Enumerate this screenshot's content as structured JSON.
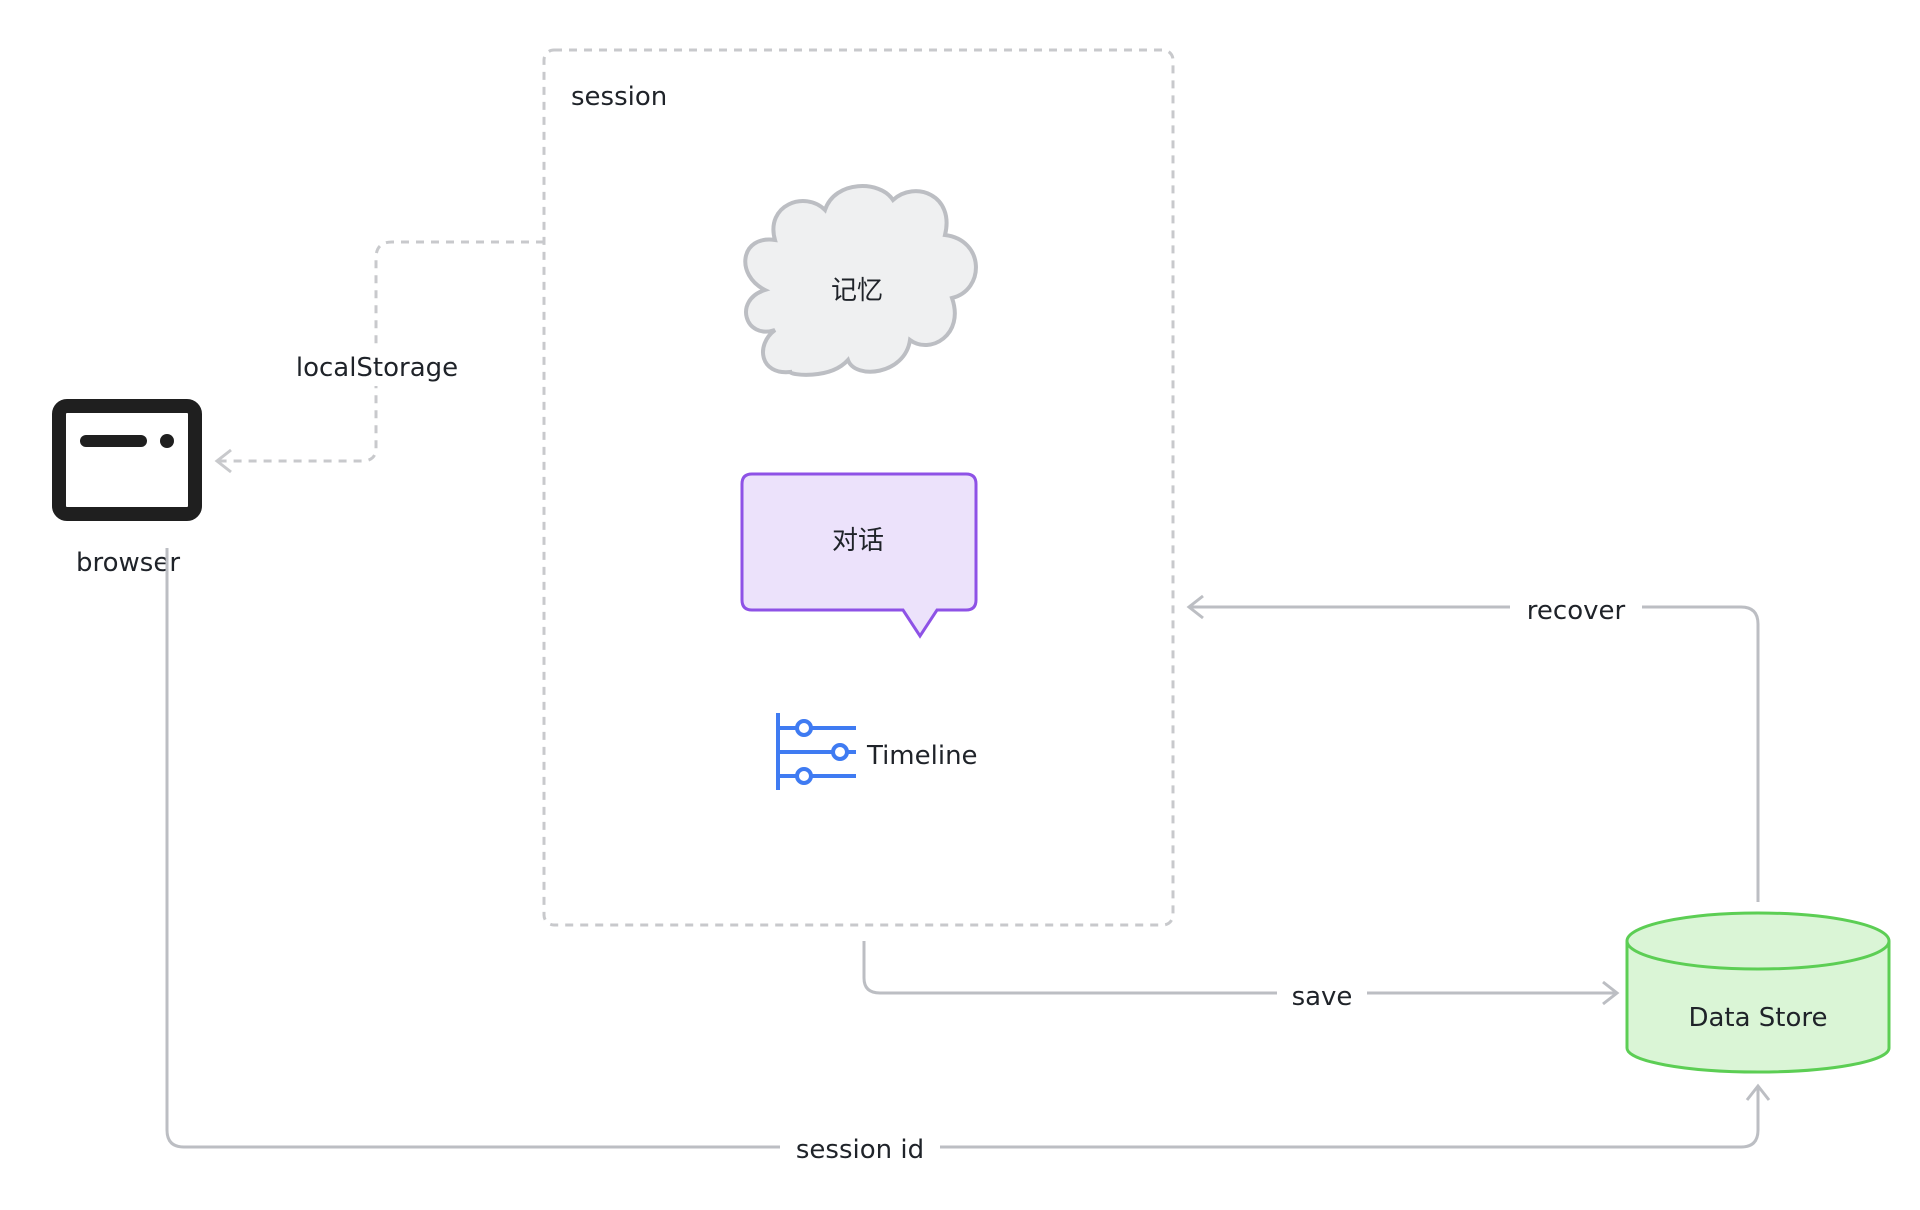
{
  "colors": {
    "connector": "#bcbec3",
    "dashed": "#c8c9cc",
    "browser_icon": "#1f1f1f",
    "cloud_fill": "#eff0f1",
    "cloud_stroke": "#bcbec3",
    "bubble_fill": "#ece2fb",
    "bubble_stroke": "#8e52e6",
    "timeline_icon": "#3f7bf2",
    "datastore_fill": "#daf5d6",
    "datastore_stroke": "#5cce54",
    "text": "#1f2329"
  },
  "session": {
    "label": "session"
  },
  "browser": {
    "label": "browser",
    "icon": "browser-window-icon"
  },
  "memory": {
    "label": "记忆",
    "shape": "cloud"
  },
  "dialogue": {
    "label": "对话",
    "shape": "speech-bubble"
  },
  "timeline": {
    "label": "Timeline",
    "icon": "timeline-icon"
  },
  "datastore": {
    "label": "Data Store",
    "shape": "cylinder"
  },
  "edges": {
    "local_storage": "localStorage",
    "recover": "recover",
    "save": "save",
    "session_id": "session id"
  }
}
